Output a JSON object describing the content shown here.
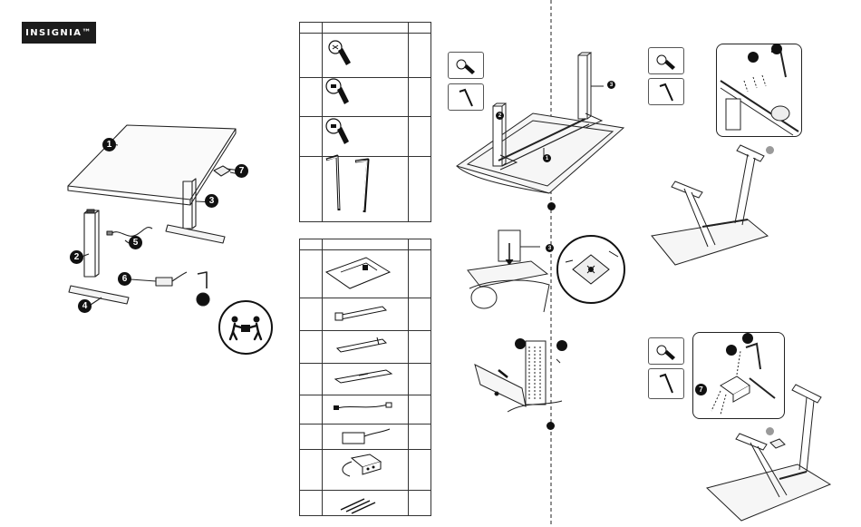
{
  "brand": {
    "name": "INSIGNIA™"
  },
  "callouts": {
    "desk_top": "1",
    "frame_leg": "2",
    "leg_right": "3",
    "foot": "4",
    "cable": "5",
    "power_adapter": "6",
    "controller": "7"
  },
  "colors": {
    "ink": "#111111",
    "brand_bg": "#1c1c1c",
    "dashed_divider": "#222222",
    "callout_gray": "#9a9a9a"
  },
  "icons": [
    "screw-icon",
    "allen-key-icon",
    "two-person-lift-icon"
  ]
}
